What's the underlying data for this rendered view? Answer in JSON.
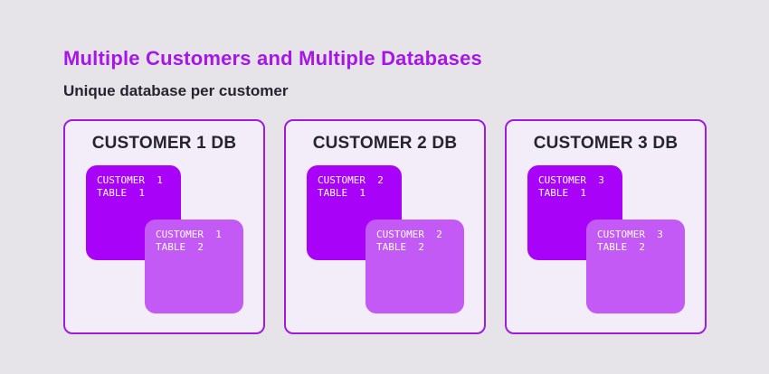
{
  "header": {
    "title": "Multiple Customers and Multiple Databases",
    "subtitle": "Unique database per customer"
  },
  "cards": [
    {
      "title": "CUSTOMER 1 DB",
      "tables": [
        {
          "line1": "CUSTOMER  1",
          "line2": "TABLE  1"
        },
        {
          "line1": "CUSTOMER  1",
          "line2": "TABLE  2"
        }
      ]
    },
    {
      "title": "CUSTOMER 2 DB",
      "tables": [
        {
          "line1": "CUSTOMER  2",
          "line2": "TABLE  1"
        },
        {
          "line1": "CUSTOMER  2",
          "line2": "TABLE  2"
        }
      ]
    },
    {
      "title": "CUSTOMER 3 DB",
      "tables": [
        {
          "line1": "CUSTOMER  3",
          "line2": "TABLE  1"
        },
        {
          "line1": "CUSTOMER  3",
          "line2": "TABLE  2"
        }
      ]
    }
  ],
  "colors": {
    "page_bg": "#e6e4e9",
    "card_bg": "#f2edf9",
    "card_border": "#9e1cdd",
    "title_color": "#a517e8",
    "subtitle_color": "#26242e",
    "card_title_color": "#26242e",
    "table1_bg": "#a803f8",
    "table2_bg": "#c45af5",
    "chip_text": "#ffffff"
  }
}
